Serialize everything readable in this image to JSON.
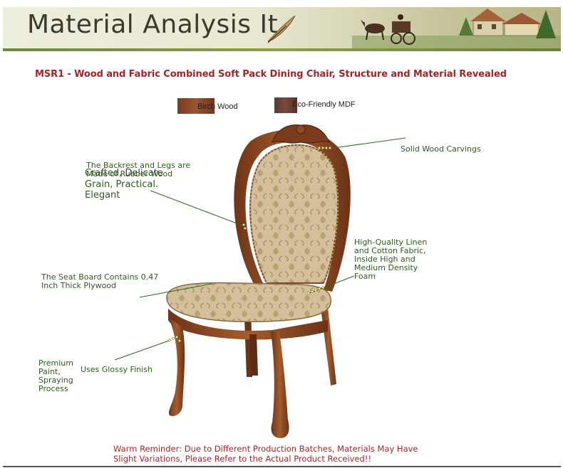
{
  "banner": {
    "title": "Material Analysis It"
  },
  "subtitle": "MSR1 - Wood and Fabric Combined Soft Pack Dining Chair, Structure and Material Revealed",
  "legend": [
    {
      "label": "Birch Wood",
      "color": "#7a3a22"
    },
    {
      "label": "Eco-Friendly MDF",
      "color": "#5e3a32"
    }
  ],
  "annotations": {
    "carvings": "Solid Wood Carvings",
    "backrest_line1": "The Backrest and Legs are",
    "backrest_line2": "Made of Rubber Wood",
    "grain": "Crafted, Delicate Grain, Practical. Elegant",
    "fabric": "High-Quality Linen and Cotton Fabric, Inside High and Medium Density Foam",
    "plywood": "The Seat Board Contains 0.47 Inch Thick Plywood",
    "paint": "Premium Paint, Spraying Process",
    "glossy": "Uses Glossy Finish"
  },
  "footer": "Warm Reminder: Due to Different Production Batches, Materials May Have Slight Variations, Please Refer to the Actual Product Received!!",
  "colors": {
    "heading_red": "#a3252b",
    "note_green": "#2d5a1f",
    "wood": "#8a4a24",
    "fabric": "#cdb896"
  }
}
